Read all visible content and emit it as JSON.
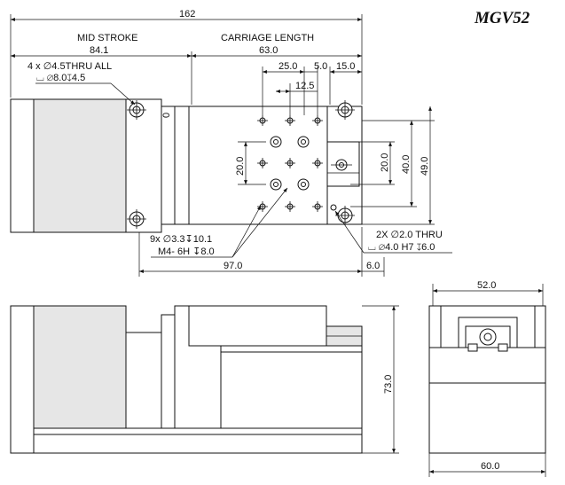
{
  "model": "MGV52",
  "labels": {
    "mid_stroke": "MID STROKE",
    "carriage_length": "CARRIAGE LENGTH",
    "zero_mark": "0"
  },
  "dimensions": {
    "overall_length": "162",
    "mid_stroke": "84.1",
    "carriage_length": "63.0",
    "d25": "25.0",
    "d5": "5.0",
    "d15": "15.0",
    "d12_5": "12.5",
    "v20_right": "20.0",
    "v40": "40.0",
    "v49": "49.0",
    "v20_left": "20.0",
    "d97": "97.0",
    "d6": "6.0",
    "width_top": "52.0",
    "height_73": "73.0",
    "width_bottom": "60.0"
  },
  "callouts": {
    "mount_line1": "4 x ∅4.5THRU ALL",
    "mount_line2": "⌴ ∅8.0↧4.5",
    "tap_line1": "9x ∅3.3↧10.1",
    "tap_line2": "M4- 6H ↧8.0",
    "pin_line1": "2X ∅2.0 THRU",
    "pin_line2": "⌴ ∅4.0 H7 ↧6.0"
  }
}
